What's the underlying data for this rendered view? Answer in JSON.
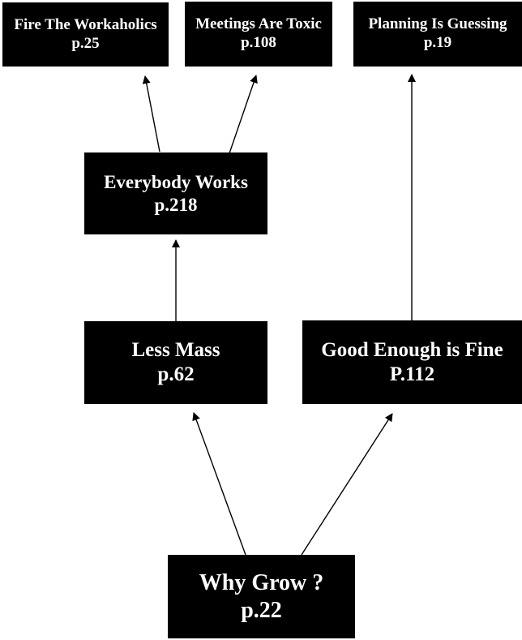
{
  "diagram": {
    "colors": {
      "background": "#ffffff",
      "node_fill": "#000000",
      "node_text": "#ffffff",
      "arrow": "#000000"
    },
    "nodes": [
      {
        "id": "fire-the-workaholics",
        "title": "Fire The Workaholics",
        "page": "p.25"
      },
      {
        "id": "meetings-are-toxic",
        "title": "Meetings Are Toxic",
        "page": "p.108"
      },
      {
        "id": "planning-is-guessing",
        "title": "Planning Is Guessing",
        "page": "p.19"
      },
      {
        "id": "everybody-works",
        "title": "Everybody Works",
        "page": "p.218"
      },
      {
        "id": "less-mass",
        "title": "Less Mass",
        "page": "p.62"
      },
      {
        "id": "good-enough-is-fine",
        "title": "Good Enough is Fine",
        "page": "P.112"
      },
      {
        "id": "why-grow",
        "title": "Why Grow ?",
        "page": "p.22"
      }
    ],
    "edges": [
      {
        "from": "everybody-works",
        "to": "fire-the-workaholics"
      },
      {
        "from": "everybody-works",
        "to": "meetings-are-toxic"
      },
      {
        "from": "good-enough-is-fine",
        "to": "planning-is-guessing"
      },
      {
        "from": "less-mass",
        "to": "everybody-works"
      },
      {
        "from": "why-grow",
        "to": "less-mass"
      },
      {
        "from": "why-grow",
        "to": "good-enough-is-fine"
      }
    ]
  }
}
